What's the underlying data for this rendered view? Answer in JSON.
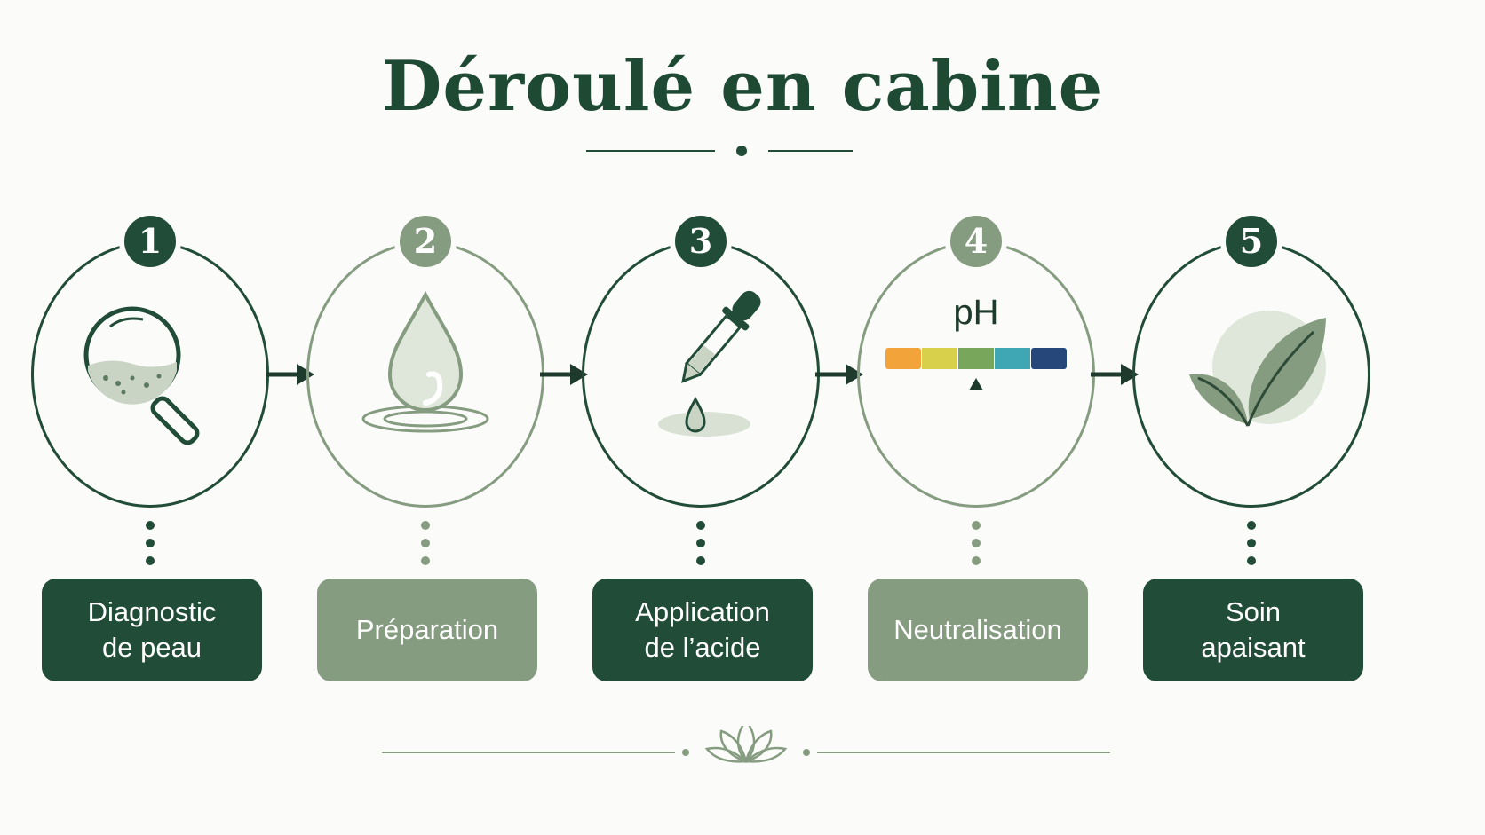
{
  "title": "Déroulé en cabine",
  "colors": {
    "dark": "#214c37",
    "light": "#869c80",
    "background": "#fbfcfa"
  },
  "steps": [
    {
      "number": "1",
      "label": "Diagnostic\nde peau",
      "tone": "dark",
      "icon": "magnifier-skin-icon"
    },
    {
      "number": "2",
      "label": "Préparation",
      "tone": "light",
      "icon": "water-drop-icon"
    },
    {
      "number": "3",
      "label": "Application\nde l’acide",
      "tone": "dark",
      "icon": "dropper-icon"
    },
    {
      "number": "4",
      "label": "Neutralisation",
      "tone": "light",
      "icon": "ph-scale-icon"
    },
    {
      "number": "5",
      "label": "Soin\napaisant",
      "tone": "dark",
      "icon": "leaf-icon"
    }
  ],
  "ph_label": "pH",
  "ph_scale_colors": [
    "#f2a33a",
    "#d8cf4a",
    "#78a65a",
    "#3fa6b4",
    "#26477a"
  ],
  "decorations": {
    "top": "divider-dot-ornament",
    "bottom": "lotus-ornament"
  }
}
